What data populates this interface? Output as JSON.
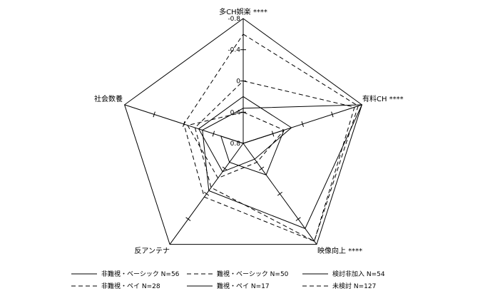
{
  "chart_data": {
    "type": "radar",
    "axes": [
      "多CH娯楽 ****",
      "有料CH ****",
      "映像向上 ****",
      "反アンテナ",
      "社会数養"
    ],
    "range": [
      0.8,
      -0.8
    ],
    "ticks": [
      "-0.8",
      "-0.4",
      "0",
      "0.4",
      "0.8"
    ],
    "tick_values": [
      -0.8,
      -0.4,
      0,
      0.4,
      0.8
    ],
    "series": [
      {
        "name": "非難視・ベーシック N=56",
        "dash": "solid",
        "values": [
          0.35,
          -0.8,
          -0.55,
          0.05,
          0.25
        ]
      },
      {
        "name": "非難視・ペイ N=28",
        "dash": "dashed",
        "values": [
          0.0,
          -0.7,
          -0.75,
          0.1,
          0.15
        ]
      },
      {
        "name": "難視・ベーシック N=50",
        "dash": "dashed",
        "values": [
          -0.6,
          -0.75,
          -0.75,
          -0.05,
          0.0
        ]
      },
      {
        "name": "難視・ペイ N=17",
        "dash": "solid",
        "values": [
          0.8,
          0.25,
          0.3,
          0.5,
          0.5
        ]
      },
      {
        "name": "検討非加入 N=54",
        "dash": "solid",
        "values": [
          0.2,
          0.15,
          0.55,
          0.35,
          0.2
        ]
      },
      {
        "name": "未検討 N=127",
        "dash": "dashed",
        "values": [
          0.4,
          0.25,
          0.5,
          0.25,
          0.05
        ]
      }
    ],
    "legend_position": "bottom"
  }
}
